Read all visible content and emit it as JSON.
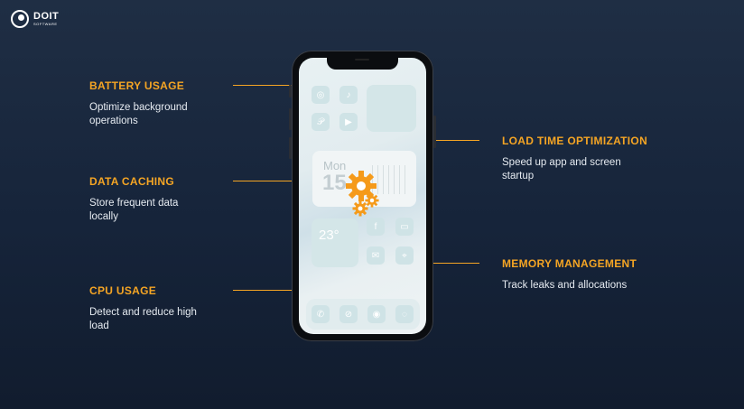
{
  "logo": {
    "name": "DOIT",
    "sub": "SOFTWARE"
  },
  "features": {
    "battery": {
      "title": "BATTERY USAGE",
      "desc": "Optimize background operations"
    },
    "caching": {
      "title": "DATA CACHING",
      "desc": "Store frequent data locally"
    },
    "cpu": {
      "title": "CPU USAGE",
      "desc": "Detect and reduce high load"
    },
    "load": {
      "title": "LOAD TIME OPTIMIZATION",
      "desc": "Speed up app and screen startup"
    },
    "memory": {
      "title": "MEMORY MANAGEMENT",
      "desc": "Track leaks and allocations"
    }
  },
  "phone": {
    "calendar": {
      "day": "Mon",
      "date": "15"
    },
    "weather": {
      "temp": "23°"
    }
  },
  "colors": {
    "accent": "#f5a524",
    "background": "#1a2940"
  }
}
